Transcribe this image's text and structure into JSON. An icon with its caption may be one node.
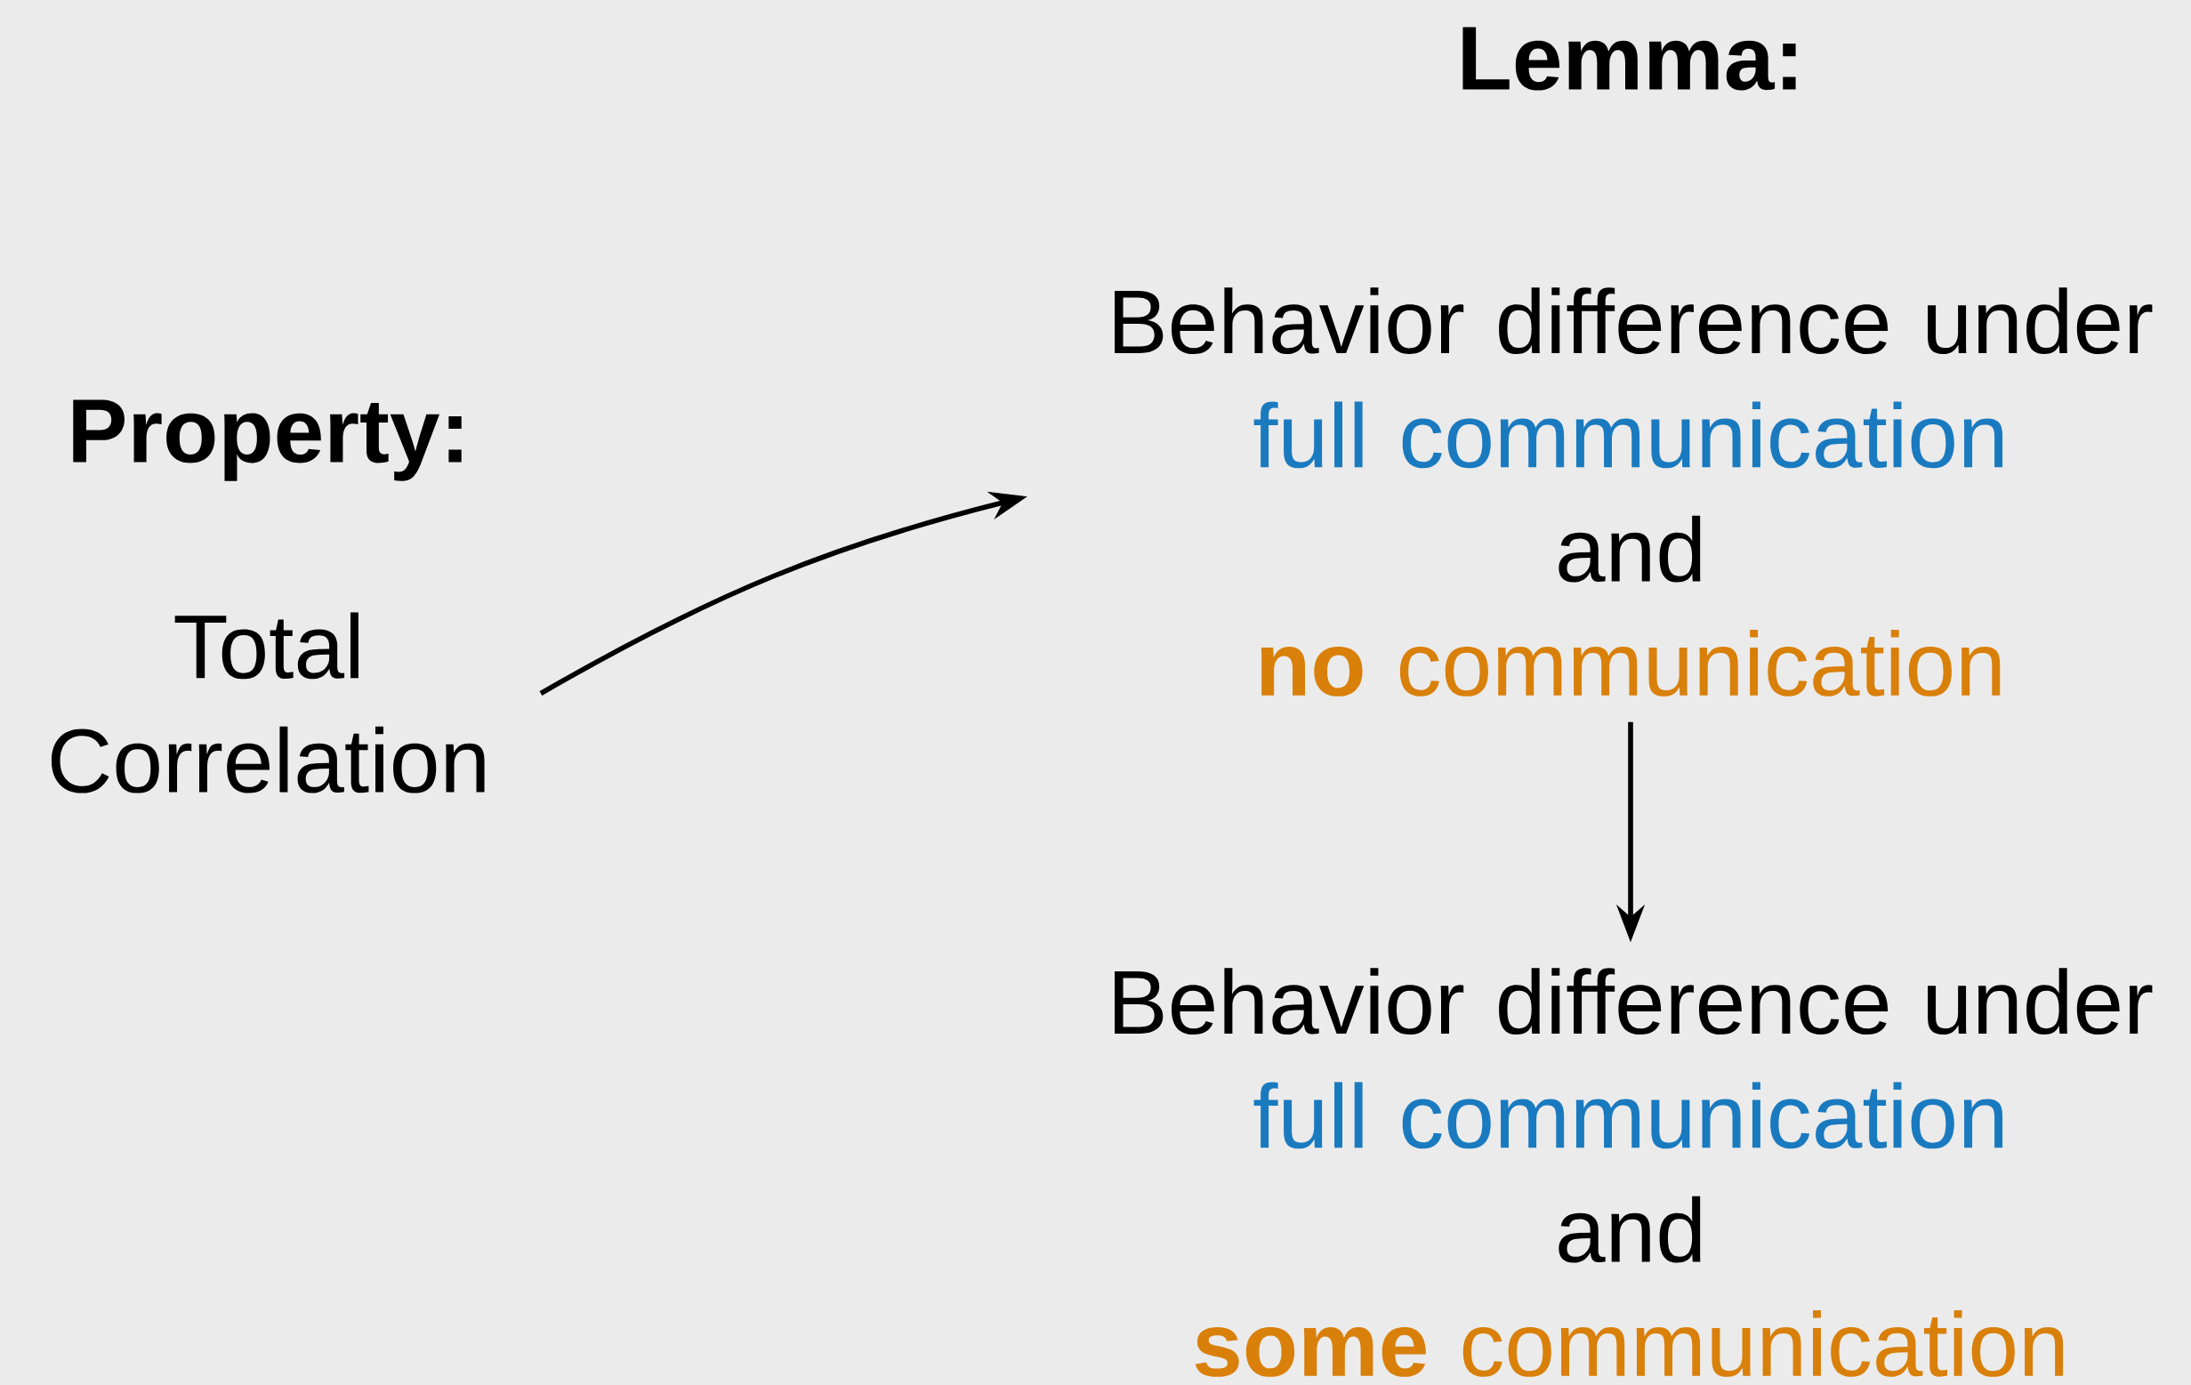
{
  "diagram": {
    "nodes": [
      {
        "text": [
          "Total Correlation"
        ]
      },
      {
        "text": [
          "Behavior difference under",
          "full communication",
          "and",
          "**no** communication"
        ]
      },
      {
        "text": [
          "Behavior difference under",
          "full communication",
          "and",
          "**some** communication"
        ]
      }
    ],
    "edges": [
      {
        "from": 0,
        "to": 1,
        "arrow": "to"
      },
      {
        "from": 1,
        "to": 2,
        "arrow": "to"
      }
    ],
    "labels": [
      "Lemma:",
      "Property:"
    ]
  }
}
